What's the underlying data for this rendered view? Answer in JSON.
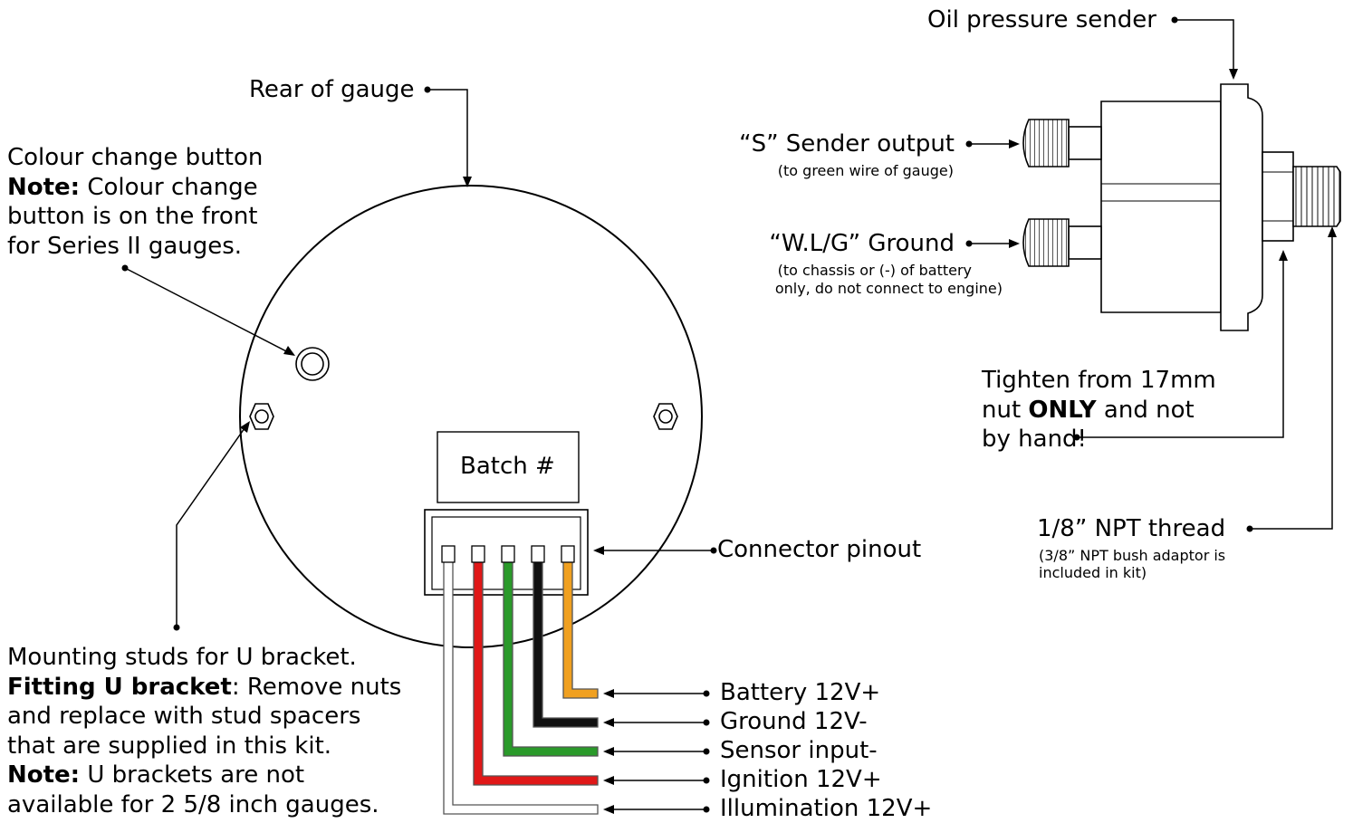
{
  "labels": {
    "rear_of_gauge": "Rear of gauge",
    "oil_pressure_sender": "Oil pressure sender",
    "connector_pinout": "Connector pinout",
    "batch": "Batch #"
  },
  "colour_button_note": {
    "line1": "Colour change button",
    "note_bold": "Note:",
    "line2_rest": " Colour change",
    "line3": "button is on the front",
    "line4": "for Series II gauges."
  },
  "sender_terminals": {
    "s_output": "“S” Sender output",
    "s_output_sub": "(to green wire of gauge)",
    "ground": "“W.L/G” Ground",
    "ground_sub1": "(to chassis or (-) of battery",
    "ground_sub2": "only, do not connect to engine)"
  },
  "tighten_note": {
    "line1": "Tighten from 17mm",
    "line2_pre": "nut ",
    "line2_bold": "ONLY",
    "line2_post": " and not",
    "line3": "by hand!"
  },
  "thread_note": {
    "title": "1/8” NPT thread",
    "sub1": "(3/8” NPT bush adaptor is",
    "sub2": "included in kit)"
  },
  "mounting_note": {
    "line1": "Mounting studs for U bracket.",
    "line2_bold": "Fitting U bracket",
    "line2_rest": ": Remove nuts",
    "line3": "and replace with stud spacers",
    "line4": "that are supplied in this kit.",
    "line5_bold": "Note:",
    "line5_rest": " U brackets are not",
    "line6": "available for 2 5/8 inch gauges."
  },
  "wires": [
    {
      "label": "Battery 12V+",
      "color": "#f0a020"
    },
    {
      "label": "Ground 12V-",
      "color": "#111111"
    },
    {
      "label": "Sensor input-",
      "color": "#2a9a2a"
    },
    {
      "label": "Ignition 12V+",
      "color": "#e01818"
    },
    {
      "label": "Illumination 12V+",
      "color": "#ffffff"
    }
  ]
}
